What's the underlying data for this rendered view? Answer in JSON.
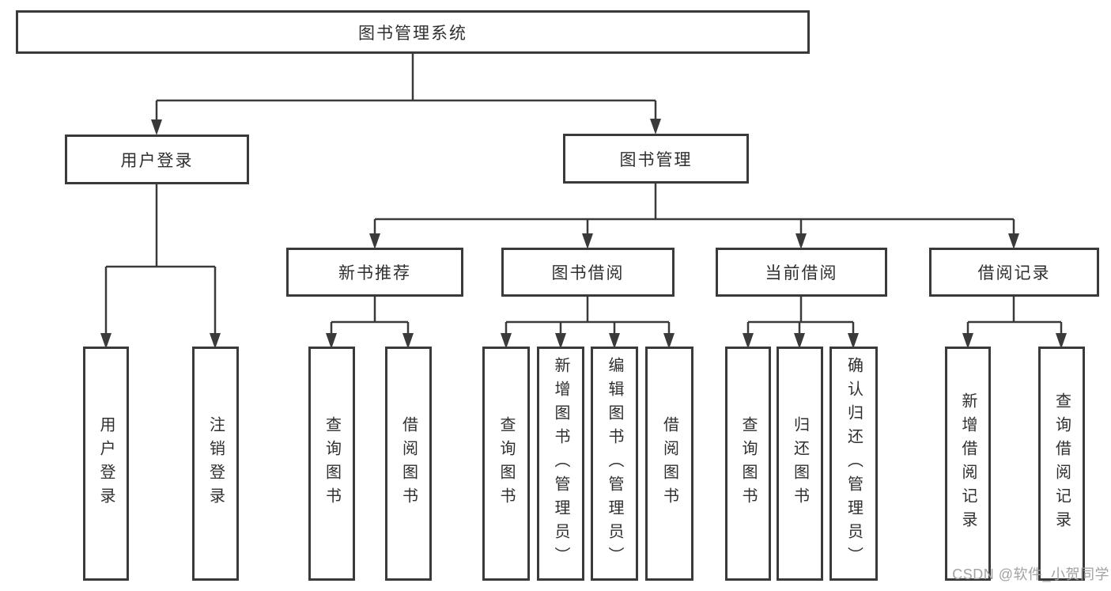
{
  "tree": {
    "root": {
      "label": "图书管理系统"
    },
    "branches": [
      {
        "label": "用户登录",
        "children": [
          {
            "label": "用户登录"
          },
          {
            "label": "注销登录"
          }
        ]
      },
      {
        "label": "图书管理",
        "children": [
          {
            "label": "新书推荐",
            "children": [
              {
                "label": "查询图书"
              },
              {
                "label": "借阅图书"
              }
            ]
          },
          {
            "label": "图书借阅",
            "children": [
              {
                "label": "查询图书"
              },
              {
                "label": "新增图书（管理员）"
              },
              {
                "label": "编辑图书（管理员）"
              },
              {
                "label": "借阅图书"
              }
            ]
          },
          {
            "label": "当前借阅",
            "children": [
              {
                "label": "查询图书"
              },
              {
                "label": "归还图书"
              },
              {
                "label": "确认归还（管理员）"
              }
            ]
          },
          {
            "label": "借阅记录",
            "children": [
              {
                "label": "新增借阅记录"
              },
              {
                "label": "查询借阅记录"
              }
            ]
          }
        ]
      }
    ]
  },
  "watermark": {
    "text": "CSDN @软件_小贺同学"
  },
  "colors": {
    "line": "#3a3a3a",
    "text": "#2f2f2f",
    "background": "#ffffff",
    "watermark": "#a2a2a4"
  }
}
